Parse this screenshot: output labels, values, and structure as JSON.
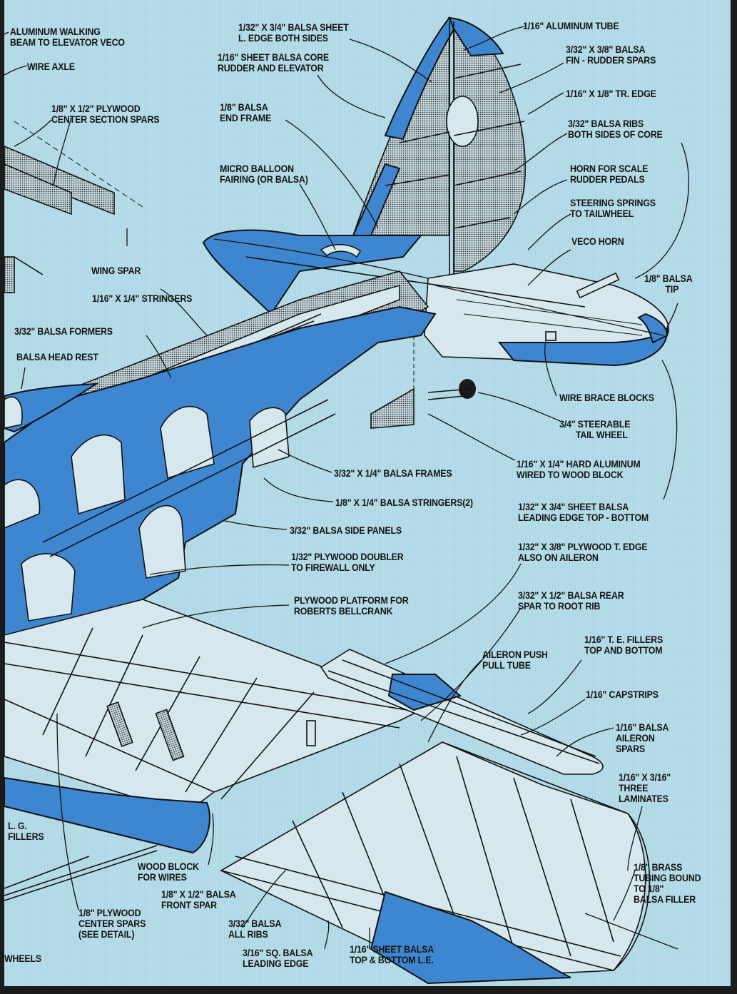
{
  "diagram": {
    "subject": "Model airplane exploded construction view",
    "colors": {
      "background": "#b3dbe8",
      "sheeting_blue": "#3f86d0",
      "ink": "#111111",
      "frame": "#1c1c1c"
    },
    "callouts": [
      {
        "id": "aluminum-walking-beam",
        "text": "ALUMINUM WALKING\nBEAM TO ELEVATOR VECO"
      },
      {
        "id": "wire-axle",
        "text": "WIRE AXLE"
      },
      {
        "id": "center-section-spars",
        "text": "1/8\" X 1/2\" PLYWOOD\nCENTER SECTION SPARS"
      },
      {
        "id": "balsa-sheet-l-edge",
        "text": "1/32\" X 3/4\" BALSA SHEET\nL. EDGE BOTH SIDES"
      },
      {
        "id": "sheet-balsa-core",
        "text": "1/16\" SHEET BALSA CORE\nRUDDER AND ELEVATOR"
      },
      {
        "id": "balsa-end-frame",
        "text": "1/8\" BALSA\nEND FRAME"
      },
      {
        "id": "micro-balloon-fairing",
        "text": "MICRO BALLOON\nFAIRING (OR BALSA)"
      },
      {
        "id": "aluminum-tube",
        "text": "1/16\" ALUMINUM TUBE"
      },
      {
        "id": "fin-rudder-spars",
        "text": "3/32\" X 3/8\" BALSA\nFIN - RUDDER SPARS"
      },
      {
        "id": "tr-edge",
        "text": "1/16\" X 1/8\" TR. EDGE"
      },
      {
        "id": "balsa-ribs-core",
        "text": "3/32\" BALSA RIBS\nBOTH SIDES OF CORE"
      },
      {
        "id": "horn-rudder-pedals",
        "text": "HORN FOR SCALE\nRUDDER PEDALS"
      },
      {
        "id": "steering-springs",
        "text": "STEERING SPRINGS\nTO TAILWHEEL"
      },
      {
        "id": "veco-horn",
        "text": "VECO HORN"
      },
      {
        "id": "balsa-tip",
        "text": "1/8\" BALSA\n         TIP"
      },
      {
        "id": "wing-spar",
        "text": "WING SPAR"
      },
      {
        "id": "stringers",
        "text": "1/16\" X 1/4\" STRINGERS"
      },
      {
        "id": "balsa-formers",
        "text": "3/32\" BALSA FORMERS"
      },
      {
        "id": "balsa-head-rest",
        "text": "BALSA HEAD REST"
      },
      {
        "id": "wire-brace-blocks",
        "text": "WIRE BRACE BLOCKS"
      },
      {
        "id": "steerable-tail-wheel",
        "text": "3/4\" STEERABLE\n       TAIL WHEEL"
      },
      {
        "id": "hard-aluminum",
        "text": "1/16\" X 1/4\" HARD ALUMINUM\nWIRED TO WOOD BLOCK"
      },
      {
        "id": "balsa-frames",
        "text": "3/32\" X 1/4\" BALSA FRAMES"
      },
      {
        "id": "balsa-stringers-2",
        "text": "1/8\" X 1/4\" BALSA STRINGERS(2)"
      },
      {
        "id": "sheet-balsa-leading-edge",
        "text": "1/32\" X 3/4\" SHEET BALSA\nLEADING EDGE TOP - BOTTOM"
      },
      {
        "id": "balsa-side-panels",
        "text": "3/32\" BALSA SIDE PANELS"
      },
      {
        "id": "plywood-t-edge",
        "text": "1/32\" X 3/8\" PLYWOOD T. EDGE\nALSO ON AILERON"
      },
      {
        "id": "plywood-doubler",
        "text": "1/32\" PLYWOOD DOUBLER\nTO FIREWALL ONLY"
      },
      {
        "id": "plywood-platform",
        "text": "PLYWOOD PLATFORM FOR\nROBERTS BELLCRANK"
      },
      {
        "id": "balsa-rear-spar",
        "text": "3/32\" X 1/2\" BALSA REAR\nSPAR TO ROOT RIB"
      },
      {
        "id": "te-fillers",
        "text": "1/16\" T. E. FILLERS\nTOP AND BOTTOM"
      },
      {
        "id": "aileron-push-pull-tube",
        "text": "AILERON PUSH\nPULL TUBE"
      },
      {
        "id": "capstrips",
        "text": "1/16\" CAPSTRIPS"
      },
      {
        "id": "aileron-spars",
        "text": "1/16\" BALSA\nAILERON\nSPARS"
      },
      {
        "id": "three-laminates",
        "text": "1/16\" X 3/16\"\nTHREE\nLAMINATES"
      },
      {
        "id": "lg-fillers",
        "text": "L. G.\nFILLERS"
      },
      {
        "id": "wood-block-wires",
        "text": "WOOD BLOCK\nFOR WIRES"
      },
      {
        "id": "balsa-front-spar",
        "text": "1/8\" X 1/2\" BALSA\nFRONT SPAR"
      },
      {
        "id": "plywood-center-spars",
        "text": "1/8\" PLYWOOD\nCENTER SPARS\n(SEE DETAIL)"
      },
      {
        "id": "brass-tubing",
        "text": "1/8\" BRASS\nTUBING BOUND\nTO 1/8\"\nBALSA FILLER"
      },
      {
        "id": "balsa-all-ribs",
        "text": "3/32\" BALSA\nALL RIBS"
      },
      {
        "id": "wheels",
        "text": "WHEELS"
      },
      {
        "id": "sq-balsa-leading-edge",
        "text": "3/16\" SQ. BALSA\nLEADING EDGE"
      },
      {
        "id": "sheet-balsa-top-bottom-le",
        "text": "1/16\" SHEET BALSA\nTOP & BOTTOM L.E."
      }
    ]
  }
}
